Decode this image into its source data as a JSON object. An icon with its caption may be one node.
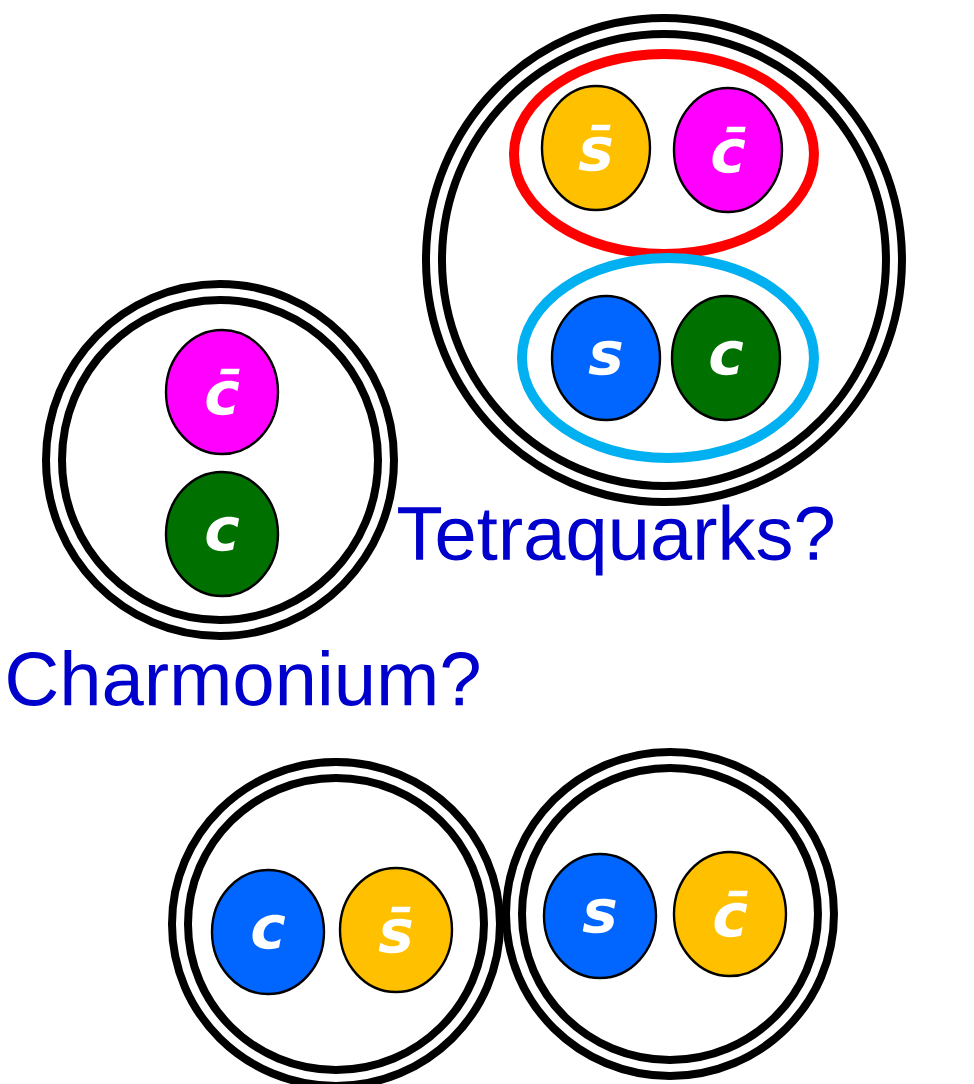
{
  "diagram": {
    "nodes": [
      {
        "text": [],
        "shape": "circle"
      },
      {
        "text": [],
        "shape": "ellipse",
        "in": 0
      },
      {
        "text": [
          "s̄"
        ],
        "in": 1
      },
      {
        "text": [
          "c̄"
        ],
        "in": 1
      },
      {
        "text": [],
        "shape": "ellipse",
        "in": 0
      },
      {
        "text": [
          "s"
        ],
        "in": 4
      },
      {
        "text": [
          "c"
        ],
        "in": 4
      },
      {
        "text": [],
        "shape": "circle"
      },
      {
        "text": [
          "c̄"
        ],
        "in": 7
      },
      {
        "text": [
          "c"
        ],
        "in": 7
      },
      {
        "text": [],
        "shape": "circle"
      },
      {
        "text": [
          "c"
        ],
        "in": 10
      },
      {
        "text": [
          "s̄"
        ],
        "in": 10
      },
      {
        "text": [],
        "shape": "circle"
      },
      {
        "text": [
          "s"
        ],
        "in": 13
      },
      {
        "text": [
          "c̄"
        ],
        "in": 13
      }
    ],
    "labels": [
      "Tetraquarks?",
      "Charmonium?"
    ]
  }
}
